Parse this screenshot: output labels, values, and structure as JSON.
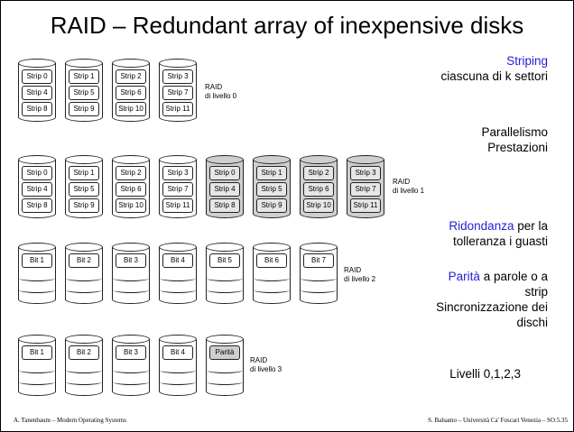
{
  "title": "RAID – Redundant array of inexpensive disks",
  "side": {
    "striping_title": "Striping",
    "striping_desc": "ciascuna di k settori",
    "parallel": "Parallelismo",
    "prestazioni": "Prestazioni",
    "ridondanza_title": "Ridondanza",
    "ridondanza_rest": " per la",
    "ridondanza_line2": "tolleranza i guasti",
    "parita_title": "Parità",
    "parita_rest": " a parole o a",
    "parita_line2": "strip",
    "sync_line1": "Sincronizzazione dei",
    "sync_line2": "dischi",
    "livelli": "Livelli 0,1,2,3"
  },
  "raid0": {
    "caption": "RAID\ndi livello 0",
    "disks": [
      [
        "Strip 0",
        "Strip 4",
        "Strip 8"
      ],
      [
        "Strip 1",
        "Strip 5",
        "Strip 9"
      ],
      [
        "Strip 2",
        "Strip 6",
        "Strip 10"
      ],
      [
        "Strip 3",
        "Strip 7",
        "Strip 11"
      ]
    ]
  },
  "raid1": {
    "caption": "RAID\ndi livello 1",
    "disks": [
      [
        "Strip 0",
        "Strip 4",
        "Strip 8"
      ],
      [
        "Strip 1",
        "Strip 5",
        "Strip 9"
      ],
      [
        "Strip 2",
        "Strip 6",
        "Strip 10"
      ],
      [
        "Strip 3",
        "Strip 7",
        "Strip 11"
      ],
      [
        "Strip 0",
        "Strip 4",
        "Strip 8"
      ],
      [
        "Strip 1",
        "Strip 5",
        "Strip 9"
      ],
      [
        "Strip 2",
        "Strip 6",
        "Strip 10"
      ],
      [
        "Strip 3",
        "Strip 7",
        "Strip 11"
      ]
    ]
  },
  "raid2": {
    "caption": "RAID\ndi livello 2",
    "disks": [
      "Bit 1",
      "Bit 2",
      "Bit 3",
      "Bit 4",
      "Bit 5",
      "Bit 6",
      "Bit 7"
    ]
  },
  "raid3": {
    "caption": "RAID\ndi livello 3",
    "disks": [
      "Bit 1",
      "Bit 2",
      "Bit 3",
      "Bit 4",
      "Parità"
    ]
  },
  "footer": {
    "left": "A. Tanenbaum – Modern Operating Systems",
    "right": "S. Balsamo – Università Ca' Foscari Venezia – SO.5.35"
  }
}
